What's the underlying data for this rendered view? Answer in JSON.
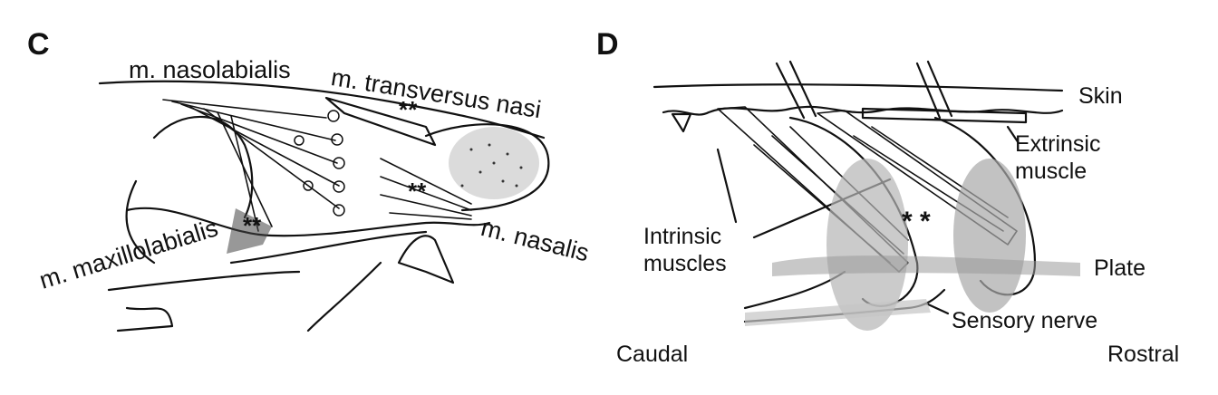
{
  "panels": [
    {
      "letter": "C",
      "labels": {
        "nasolabialis": "m. nasolabialis",
        "transversus": "m. transversus nasi",
        "maxillolabialis": "m. maxillolabialis",
        "nasalis": "m. nasalis"
      },
      "asterisks": "**"
    },
    {
      "letter": "D",
      "labels": {
        "skin": "Skin",
        "extrinsic": "Extrinsic\nmuscle",
        "intrinsic": "Intrinsic\nmuscles",
        "plate": "Plate",
        "sensory_nerve": "Sensory nerve",
        "caudal": "Caudal",
        "rostral": "Rostral"
      },
      "asterisks": "* *"
    }
  ]
}
